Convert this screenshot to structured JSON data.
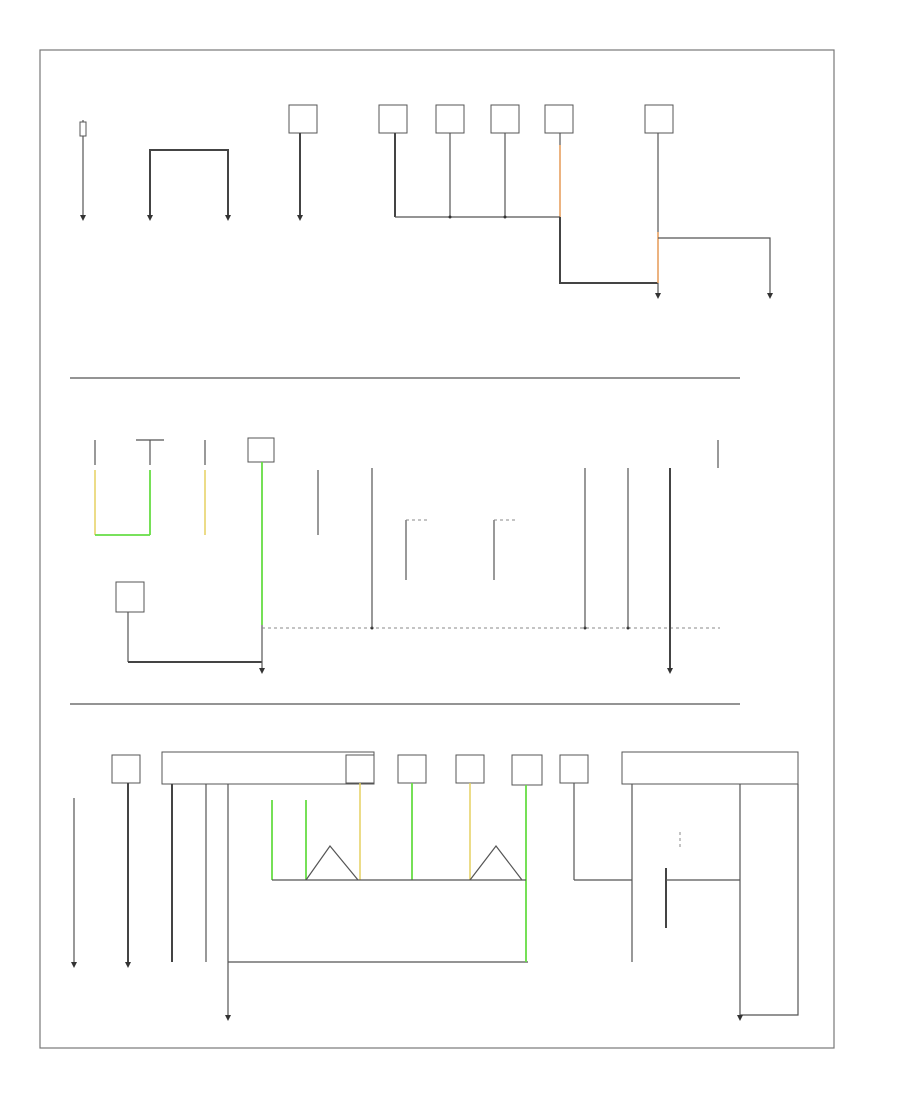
{
  "diagram": {
    "footer_code": "",
    "sections": [
      {
        "name": "top-section"
      },
      {
        "name": "middle-section"
      },
      {
        "name": "bottom-section"
      }
    ]
  }
}
